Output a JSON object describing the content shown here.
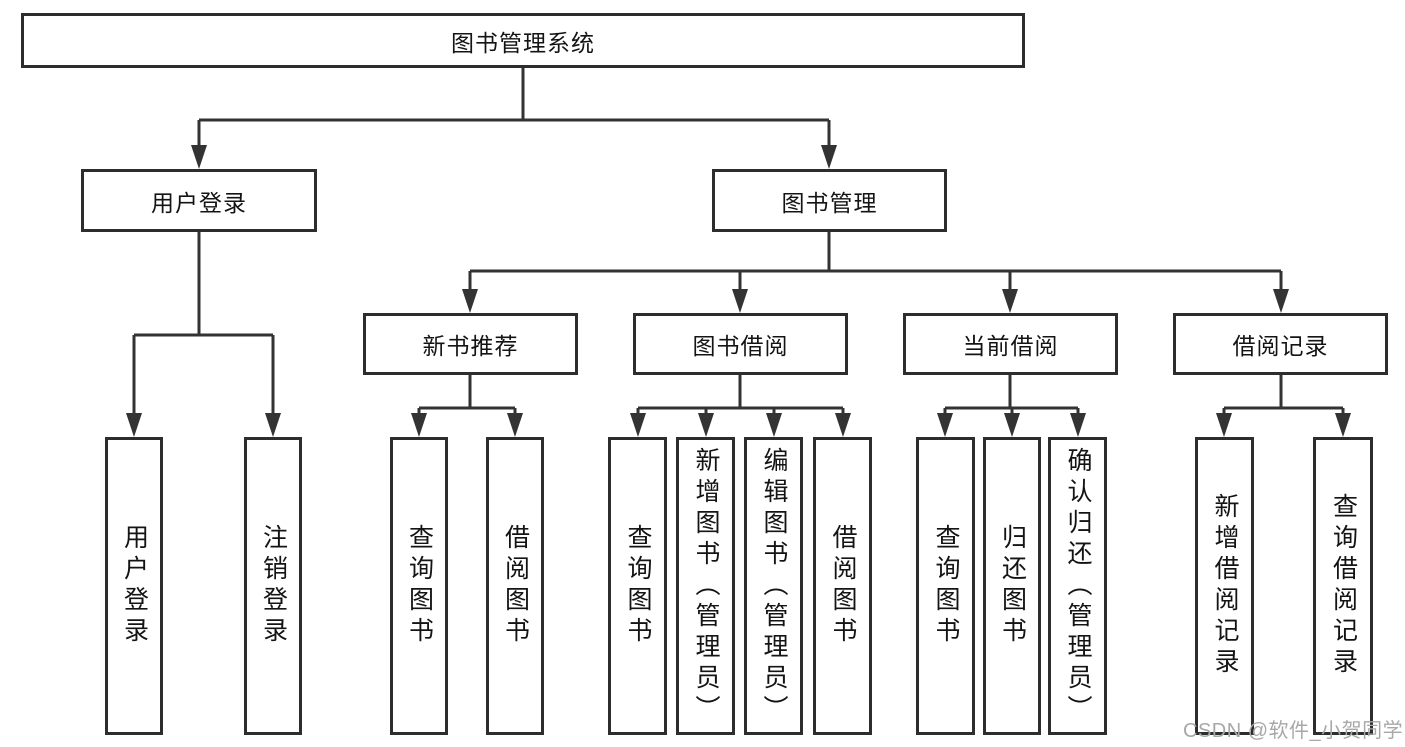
{
  "diagram": {
    "root": {
      "label": "图书管理系统"
    },
    "level2": [
      {
        "label": "用户登录"
      },
      {
        "label": "图书管理"
      }
    ],
    "level3": [
      {
        "label": "新书推荐",
        "parent": "图书管理"
      },
      {
        "label": "图书借阅",
        "parent": "图书管理"
      },
      {
        "label": "当前借阅",
        "parent": "图书管理"
      },
      {
        "label": "借阅记录",
        "parent": "图书管理"
      }
    ],
    "leaves": [
      {
        "label": "用户登录",
        "parent": "用户登录"
      },
      {
        "label": "注销登录",
        "parent": "用户登录"
      },
      {
        "label": "查询图书",
        "parent": "新书推荐"
      },
      {
        "label": "借阅图书",
        "parent": "新书推荐"
      },
      {
        "label": "查询图书",
        "parent": "图书借阅"
      },
      {
        "label": "新增图书（管理员）",
        "parent": "图书借阅"
      },
      {
        "label": "编辑图书（管理员）",
        "parent": "图书借阅"
      },
      {
        "label": "借阅图书",
        "parent": "图书借阅"
      },
      {
        "label": "查询图书",
        "parent": "当前借阅"
      },
      {
        "label": "归还图书",
        "parent": "当前借阅"
      },
      {
        "label": "确认归还（管理员）",
        "parent": "当前借阅"
      },
      {
        "label": "新增借阅记录",
        "parent": "借阅记录"
      },
      {
        "label": "查询借阅记录",
        "parent": "借阅记录"
      }
    ]
  },
  "watermark": {
    "text": "CSDN @软件_小贺同学"
  },
  "colors": {
    "line": "#333333",
    "box_border": "#2d2d2d",
    "text": "#141414",
    "watermark": "#a8a8a8",
    "background": "#ffffff"
  }
}
